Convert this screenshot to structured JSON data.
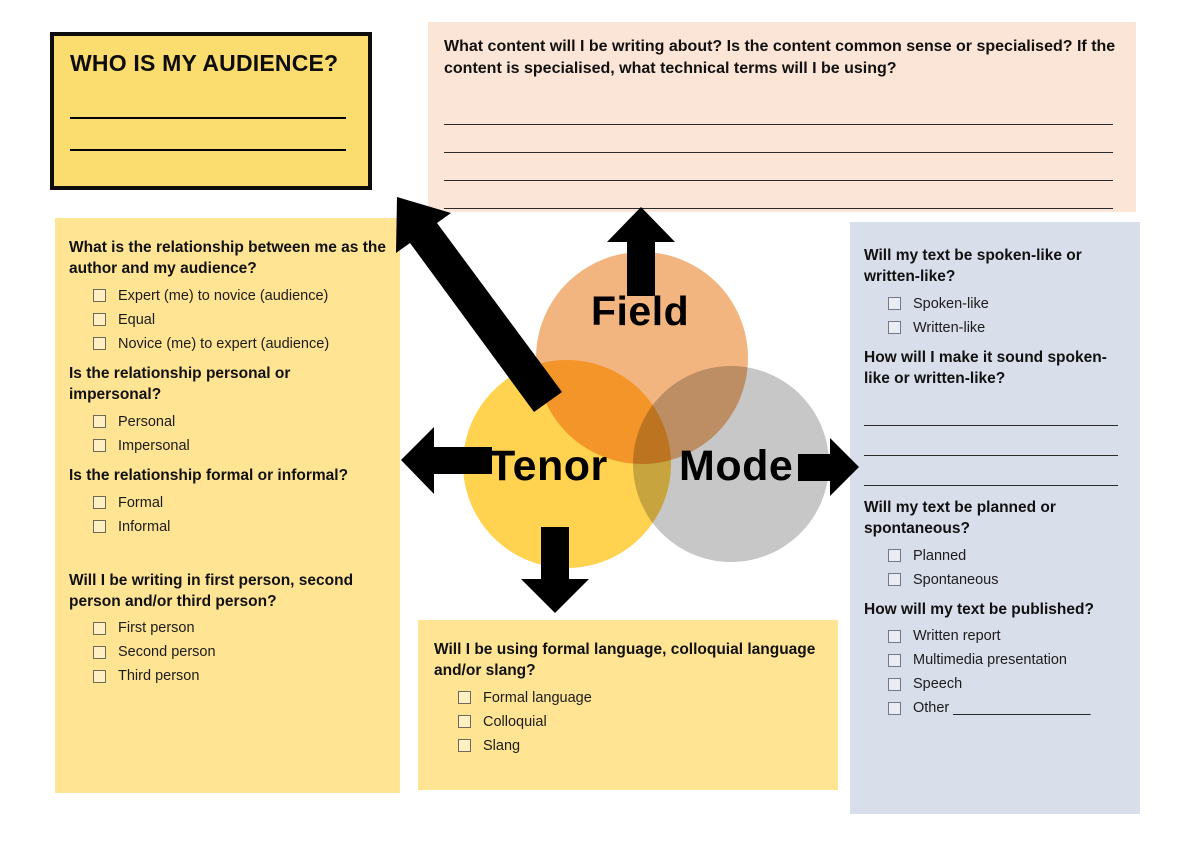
{
  "audience_box": {
    "title": "WHO IS MY AUDIENCE?",
    "blanks": 2
  },
  "field_box": {
    "question": "What content will I be writing about? Is the content common sense or specialised? If the content is specialised, what technical terms will I be using?",
    "blanks": 4
  },
  "tenor_box": {
    "sections": [
      {
        "question": "What is the relationship between me as the author and my audience?",
        "options": [
          "Expert (me) to novice (audience)",
          "Equal",
          "Novice (me) to expert (audience)"
        ]
      },
      {
        "question": "Is the relationship personal or impersonal?",
        "options": [
          "Personal",
          "Impersonal"
        ]
      },
      {
        "question": "Is the relationship formal or informal?",
        "options": [
          "Formal",
          "Informal"
        ]
      },
      {
        "question": "Will I be writing in first person, second person and/or third person?",
        "options": [
          "First person",
          "Second person",
          "Third person"
        ]
      }
    ]
  },
  "language_box": {
    "sections": [
      {
        "question": "Will I be using formal language, colloquial language and/or slang?",
        "options": [
          "Formal language",
          "Colloquial",
          "Slang"
        ]
      }
    ]
  },
  "mode_box": {
    "sections": [
      {
        "question": "Will my text be spoken-like or written-like?",
        "options": [
          "Spoken-like",
          "Written-like"
        ]
      },
      {
        "question": "How will I make it sound spoken-like or written-like?",
        "blanks": 3
      },
      {
        "question": "Will my text be planned or spontaneous?",
        "options": [
          "Planned",
          "Spontaneous"
        ]
      },
      {
        "question": "How will my text be published?",
        "options": [
          "Written report",
          "Multimedia presentation",
          "Speech",
          "Other _________________"
        ]
      }
    ]
  },
  "venn": {
    "field": "Field",
    "tenor": "Tenor",
    "mode": "Mode"
  },
  "colors": {
    "audience_bg": "#fbdc6e",
    "field_bg": "#fbe5d6",
    "tenor_bg": "#ffe494",
    "mode_bg": "#d9deeb",
    "circle_field": "#f3b57f",
    "circle_tenor": "#ffd24f",
    "circle_mode": "#c7c7c7",
    "arrow": "#000000"
  }
}
